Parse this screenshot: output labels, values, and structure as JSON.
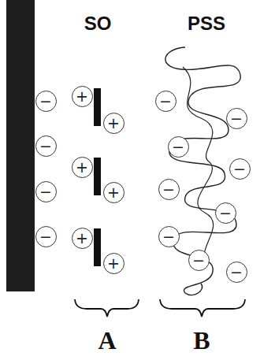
{
  "diagram": {
    "nodes": [
      {
        "text": [
          "−"
        ]
      },
      {
        "text": [
          "−"
        ]
      },
      {
        "text": [
          "−"
        ]
      },
      {
        "text": [
          "−"
        ]
      },
      {
        "text": [
          "+"
        ]
      },
      {
        "text": [
          "+"
        ]
      },
      {
        "text": [
          "+"
        ]
      },
      {
        "text": [
          "+"
        ]
      },
      {
        "text": [
          "+"
        ]
      },
      {
        "text": [
          "+"
        ]
      },
      {
        "text": [
          "−"
        ]
      },
      {
        "text": [
          "−"
        ]
      },
      {
        "text": [
          "−"
        ]
      },
      {
        "text": [
          "−"
        ]
      },
      {
        "text": [
          "−"
        ]
      },
      {
        "text": [
          "−"
        ]
      },
      {
        "text": [
          "−"
        ]
      },
      {
        "text": [
          "−"
        ]
      },
      {
        "text": [
          "−"
        ]
      }
    ],
    "labels": [
      "SO",
      "PSS",
      "A",
      "B"
    ]
  }
}
